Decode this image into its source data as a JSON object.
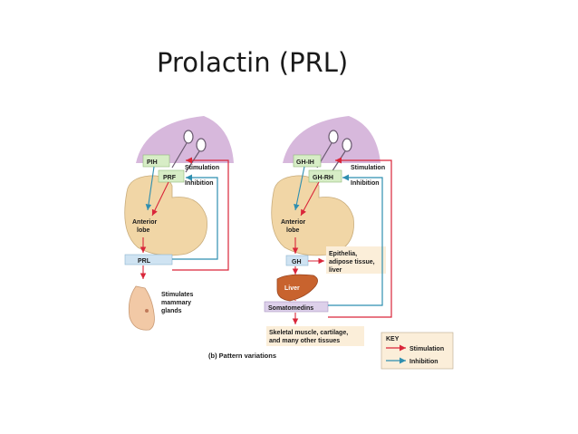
{
  "title": "Prolactin (PRL)",
  "colors": {
    "stimulation": "#d9263a",
    "inhibition": "#2f8fb0",
    "lobe": "#f1d6a6",
    "hypothalamus": "#d7b8dc",
    "green_box": "#d7edc6",
    "blue_box": "#cfe3f2",
    "purple_box": "#ddd0ea",
    "liver": "#c8632e",
    "tan_box": "#fbeed9"
  },
  "left_panel": {
    "pih": "PIH",
    "prf": "PRF",
    "stimulation": "Stimulation",
    "inhibition": "Inhibition",
    "anterior_1": "Anterior",
    "anterior_2": "lobe",
    "prl": "PRL",
    "target_1": "Stimulates",
    "target_2": "mammary",
    "target_3": "glands"
  },
  "right_panel": {
    "ghih": "GH-IH",
    "ghrh": "GH-RH",
    "stimulation": "Stimulation",
    "inhibition": "Inhibition",
    "anterior_1": "Anterior",
    "anterior_2": "lobe",
    "gh": "GH",
    "epi_1": "Epithelia,",
    "epi_2": "adipose tissue,",
    "epi_3": "liver",
    "liver": "Liver",
    "somato": "Somatomedins",
    "skel_1": "Skeletal muscle, cartilage,",
    "skel_2": "and many other tissues"
  },
  "caption": "(b) Pattern variations",
  "key": {
    "title": "KEY",
    "stimulation": "Stimulation",
    "inhibition": "Inhibition"
  }
}
